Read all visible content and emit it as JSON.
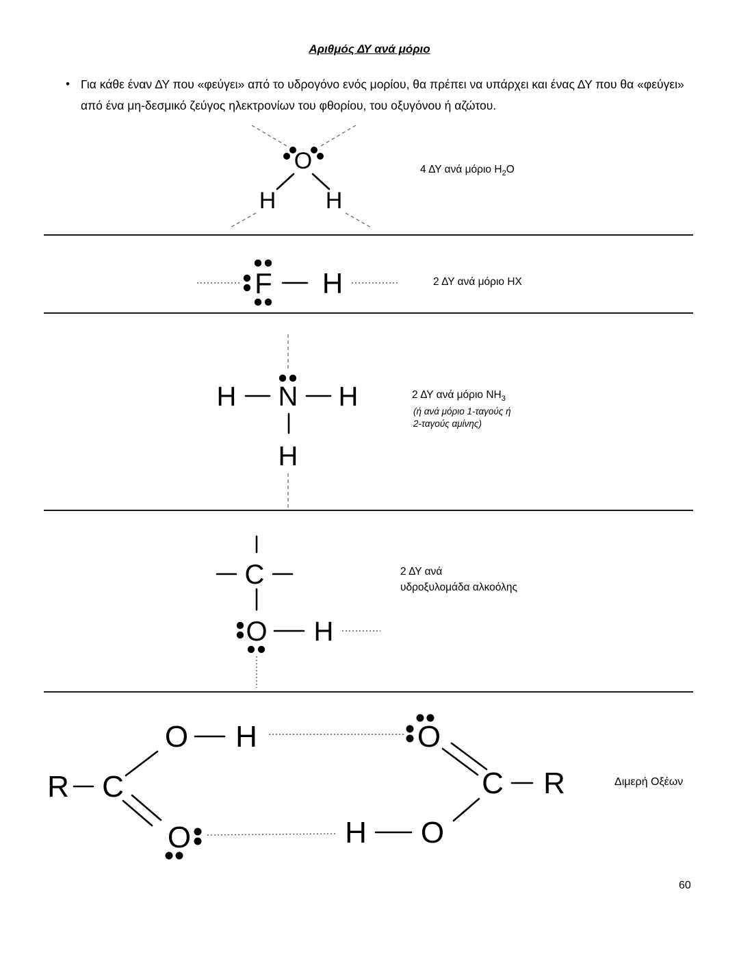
{
  "document": {
    "title": "Αριθμός ΔΥ ανά μόριο",
    "bullet_marker": "•",
    "bullet": "Για κάθε έναν ΔΥ που «φεύγει» από το υδρογόνο ενός μορίου, θα πρέπει να υπάρχει και ένας ΔΥ που θα «φεύγει» από ένα μη-δεσμικό ζεύγος ηλεκτρονίων του φθορίου, του οξυγόνου ή αζώτου.",
    "page_number": "60"
  },
  "water": {
    "atom_o": "O",
    "atom_h_left": "H",
    "atom_h_right": "H",
    "label_prefix": "4 ΔΥ ανά μόριο H",
    "label_subscript": "2",
    "label_suffix": "O"
  },
  "hf": {
    "atom_f": "F",
    "atom_h": "H",
    "label": "2 ΔΥ ανά μόριο HX"
  },
  "nh3": {
    "atom_n": "N",
    "atom_h_left": "H",
    "atom_h_right": "H",
    "atom_h_bottom": "H",
    "label_prefix": "2 ΔΥ ανά μόριο NH",
    "label_subscript": "3",
    "note_line1": "(ή ανά μόριο 1-ταγούς ή",
    "note_line2": "2-ταγούς αμίνης)"
  },
  "alcohol": {
    "atom_c": "C",
    "atom_o": "O",
    "atom_h": "H",
    "label_line1": "2 ΔΥ ανά",
    "label_line2": "υδροξυλομάδα αλκοόλης"
  },
  "dimer": {
    "left": {
      "atom_r": "R",
      "atom_c": "C",
      "atom_o_top": "O",
      "atom_h_top": "H",
      "atom_o_bottom": "O"
    },
    "right": {
      "atom_o_top": "O",
      "atom_c": "C",
      "atom_r": "R",
      "atom_h_bottom": "H",
      "atom_o_bottom": "O"
    },
    "label": "Διμερή Οξέων"
  }
}
